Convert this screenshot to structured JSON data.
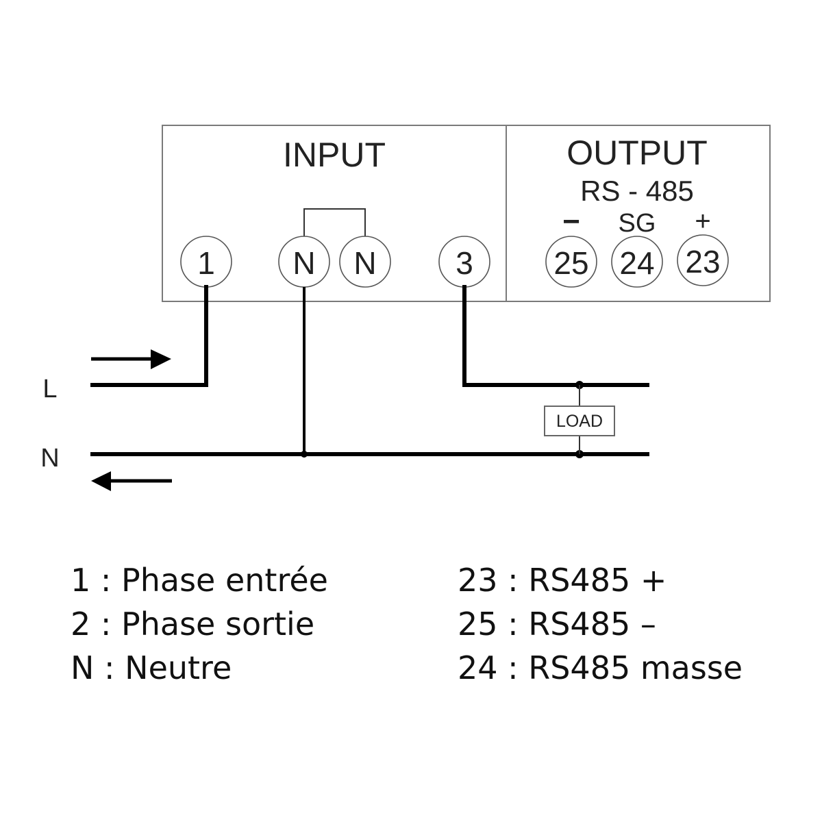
{
  "meter": {
    "input_label": "INPUT",
    "output_label": "OUTPUT",
    "output_sublabel": "RS - 485",
    "polarity": {
      "minus": "−",
      "sg": "SG",
      "plus": "+"
    },
    "input_terminals": [
      "1",
      "N",
      "N",
      "3"
    ],
    "output_terminals": [
      "25",
      "24",
      "23"
    ]
  },
  "lines": {
    "live": "L",
    "neutral": "N",
    "load": "LOAD"
  },
  "legend": {
    "left": [
      "1 : Phase entrée",
      "2 : Phase sortie",
      "N : Neutre"
    ],
    "right": [
      "23 : RS485 +",
      "25 : RS485 –",
      "24 : RS485 masse"
    ]
  },
  "colors": {
    "wire": "#000000",
    "box_stroke": "#7a7a7a",
    "text": "#222222"
  }
}
